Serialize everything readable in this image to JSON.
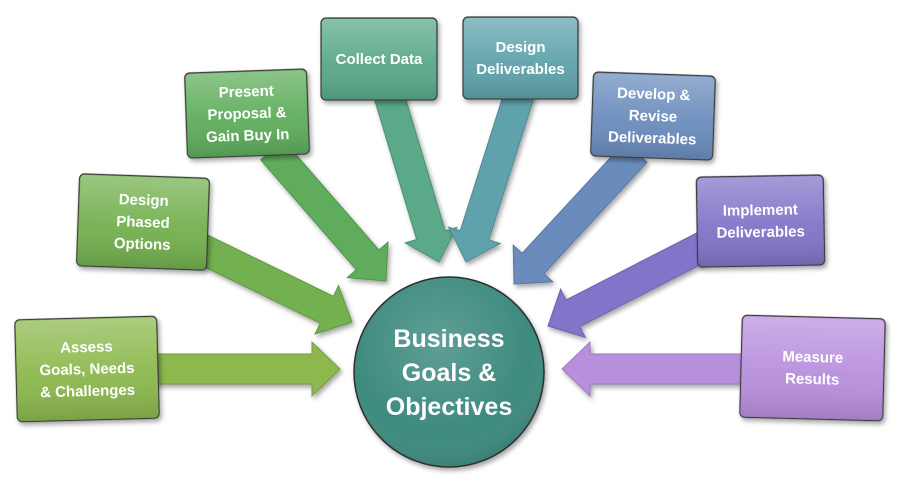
{
  "center": {
    "lines": [
      "Business",
      "Goals &",
      "Objectives"
    ],
    "color": "#3e8a7e"
  },
  "steps": [
    {
      "id": "assess",
      "lines": [
        "Assess",
        "Goals, Needs",
        "& Challenges"
      ],
      "color": "#8cb84e"
    },
    {
      "id": "design-phased",
      "lines": [
        "Design",
        "Phased",
        "Options"
      ],
      "color": "#73b04f"
    },
    {
      "id": "present-proposal",
      "lines": [
        "Present",
        "Proposal &",
        "Gain Buy In"
      ],
      "color": "#5ead5b"
    },
    {
      "id": "collect-data",
      "lines": [
        "Collect Data"
      ],
      "color": "#5aa988"
    },
    {
      "id": "design-deliverables",
      "lines": [
        "Design",
        "Deliverables"
      ],
      "color": "#5ea2ab"
    },
    {
      "id": "develop-revise",
      "lines": [
        "Develop &",
        "Revise",
        "Deliverables"
      ],
      "color": "#6a8cbd"
    },
    {
      "id": "implement",
      "lines": [
        "Implement",
        "Deliverables"
      ],
      "color": "#8075c8"
    },
    {
      "id": "measure",
      "lines": [
        "Measure",
        "Results"
      ],
      "color": "#b88fdd"
    }
  ]
}
